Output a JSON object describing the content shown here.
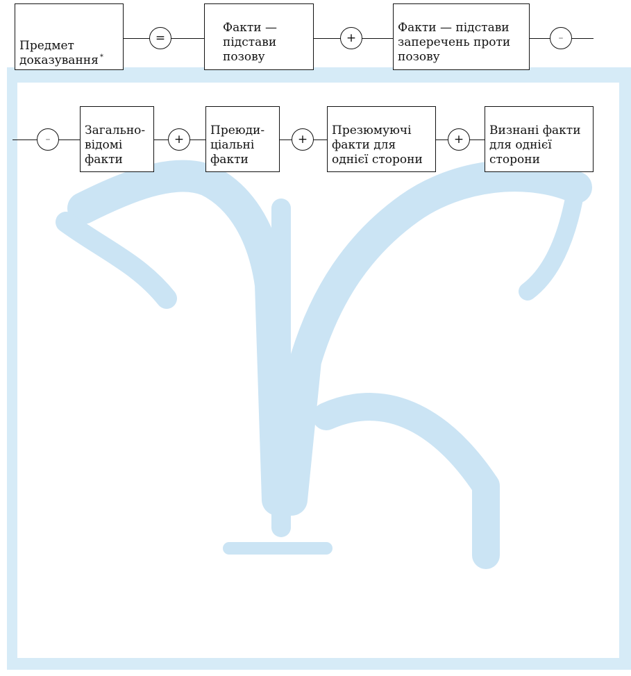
{
  "row1": {
    "subject": {
      "text": "Предмет\nдоказування",
      "note": "*"
    },
    "op_equals": "=",
    "claim_facts": "Факти —\nпідстави\nпозову",
    "op_plus": "+",
    "objection_facts": "Факти — підстави\nзаперечень проти\nпозову",
    "op_minus": "–"
  },
  "row2": {
    "op_minus": "–",
    "common_knowledge": "Загально-\nвідомі\nфакти",
    "op_plus_1": "+",
    "prejudicial": "Преюди-\nціальні\nфакти",
    "op_plus_2": "+",
    "presumed": "Презюмуючі\nфакти для\nоднієї сторони",
    "op_plus_3": "+",
    "admitted": "Визнані факти\nдля однієї\nсторони"
  },
  "watermark": {
    "color": "#cbe4f4",
    "icon": "university-y-logo-watermark"
  }
}
